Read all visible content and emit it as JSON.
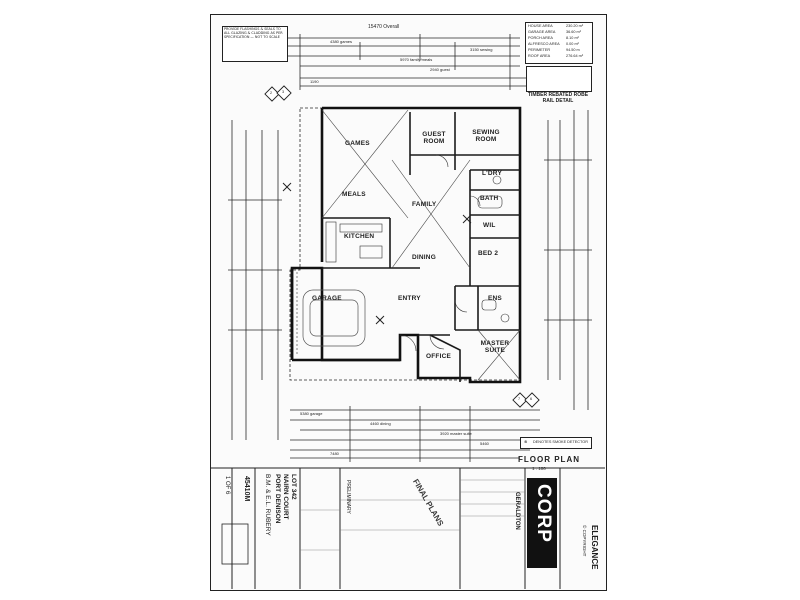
{
  "drawing": {
    "overall_dimension": "15470 Overall",
    "rooms": {
      "games": "GAMES",
      "guest_room": "GUEST ROOM",
      "sewing_room": "SEWING ROOM",
      "meals": "MEALS",
      "family": "FAMILY",
      "kitchen": "KITCHEN",
      "dining": "DINING",
      "bed2": "BED 2",
      "lndry": "L'DRY",
      "bath": "BATH",
      "wil": "WIL",
      "garage": "GARAGE",
      "ens": "ENS",
      "master_suite": "MASTER SUITE",
      "office": "OFFICE",
      "entry": "ENTRY"
    },
    "floor_plan_label": "FLOOR PLAN",
    "scale": "1 : 100",
    "detail_title": "TIMBER REBATED ROBE RAIL DETAIL",
    "smoke_detector": "DENOTES SMOKE DETECTOR",
    "section_markers": [
      "2",
      "3",
      "7",
      "6"
    ],
    "dims_top": [
      "4380 games",
      "3150 sewing",
      "5970 family/meals",
      "2940 guest",
      "1190"
    ],
    "dims_bottom": [
      "5380 garage",
      "4460 dining",
      "3920 master suite",
      "5460",
      "7480"
    ]
  },
  "area_table": [
    [
      "HOUSE AREA",
      "230.20 m²"
    ],
    [
      "GARAGE AREA",
      "36.60 m²"
    ],
    [
      "PORCH AREA",
      "8.10 m²"
    ],
    [
      "ALFRESCO AREA",
      "0.00 m²"
    ],
    [
      "PERIMETER",
      "94.50 m"
    ],
    [
      "ROOF AREA",
      "276.64 m²"
    ]
  ],
  "title_block": {
    "design": "ELEGANCE",
    "copyright": "© COPYRIGHT",
    "company": "CORP",
    "branch": "GERALDTON",
    "lot": "LOT 342",
    "street": "NAIRN COURT",
    "suburb": "PORT DENISON",
    "client": "B.M. & E.L. RUBERY",
    "job_no": "45410M",
    "sheet": "1 OF 6",
    "issue": "PRELIMINARY",
    "stamp": "FINAL PLANS"
  }
}
